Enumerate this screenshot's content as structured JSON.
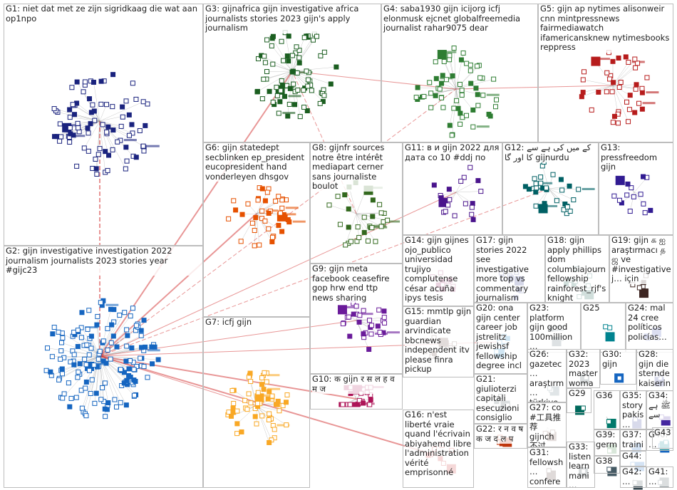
{
  "groups": [
    {
      "id": "G1",
      "label": "G1: niet dat met ze zijn sigridkaag die wat aan op1npo",
      "color": "#1a237e",
      "n": 90
    },
    {
      "id": "G2",
      "label": "G2: gijn investigative investigation 2022 journalism journalists 2023 stories year #gijc23",
      "color": "#1565c0",
      "n": 160
    },
    {
      "id": "G3",
      "label": "G3: gijnafrica gijn investigative africa journalists stories 2023 gijn's apply journalism",
      "color": "#1b5e20",
      "n": 80
    },
    {
      "id": "G4",
      "label": "G4: saba1930 gijn icijorg icfj elonmusk ejcnet globalfreemedia journalist rahar9075 dear",
      "color": "#2e7d32",
      "n": 60
    },
    {
      "id": "G5",
      "label": "G5: gijn ap nytimes alisonweir cnn mintpressnews fairmediawatch ifamericansknew nytimesbooks reppress",
      "color": "#b71c1c",
      "n": 40
    },
    {
      "id": "G6",
      "label": "G6: gijn statedept secblinken ep_president eucopresident hand vonderleyen dhsgov",
      "color": "#e65100",
      "n": 40
    },
    {
      "id": "G7",
      "label": "G7: icfj gijn",
      "color": "#f9a825",
      "n": 60
    },
    {
      "id": "G8",
      "label": "G8: gijnfr sources notre être intérêt mediapart cerner sans journaliste boulot",
      "color": "#33691e",
      "n": 30
    },
    {
      "id": "G9",
      "label": "G9: gijn meta facebook ceasefire gop hrw end ttp news sharing",
      "color": "#6a1b9a",
      "n": 30
    },
    {
      "id": "G10",
      "label": "G10: क gijn र स ल ह व म ज",
      "color": "#ad1457",
      "n": 30
    },
    {
      "id": "G11",
      "label": "G11: в и gijn 2022 для дата со 10 #ddj по",
      "color": "#4a148c",
      "n": 20
    },
    {
      "id": "G12",
      "label": "G12: کے میں کی ہے سے کا اور گا gijnurdu",
      "color": "#006064",
      "n": 30
    },
    {
      "id": "G13",
      "label": "G13: pressfreedom gijn",
      "color": "#311b92",
      "n": 15
    },
    {
      "id": "G14",
      "label": "G14: gijn gijnes ojo_publico universidad trujiyo complutense césar acuña ipys tesis",
      "color": "#880e4f",
      "n": 10
    },
    {
      "id": "G15",
      "label": "G15: mmtlp gijn guardian arvindicate bbcnews independent itv please finra pickup",
      "color": "#5d4037",
      "n": 10
    },
    {
      "id": "G16",
      "label": "G16: n'est liberté vraie quand l'écrivain abiyahemd libre l'administration vérité emprisonné",
      "color": "#c62828",
      "n": 8
    },
    {
      "id": "G17",
      "label": "G17: gijn stories 2022 see investigative more top vs commentary journalism",
      "color": "#1a237e",
      "n": 10
    },
    {
      "id": "G18",
      "label": "G18: gijn apply phillips dom columbiajourn fellowship rainforest_rjf's knight bagehot sigmaawards",
      "color": "#004d40",
      "n": 10
    },
    {
      "id": "G19",
      "label": "G19: gijn க ஐ araştırmacı த ஜ ve #investigativej… için",
      "color": "#3e2723",
      "n": 6
    },
    {
      "id": "G20",
      "label": "G20: ona gijn center career job jstrelitz jewishsf fellowship degree incl",
      "color": "#0277bd",
      "n": 6
    },
    {
      "id": "G21",
      "label": "G21: giulioterzi capitali esecuzioni consiglio ok…",
      "color": "#37474f",
      "n": 5
    },
    {
      "id": "G22",
      "label": "G22: र न व ष क ज द ल प",
      "color": "#bf360c",
      "n": 5
    },
    {
      "id": "G23",
      "label": "G23: platform gijn good 100million…",
      "color": "#455a64",
      "n": 5
    },
    {
      "id": "G24",
      "label": "G24: mal 24 cree políticos policías…",
      "color": "#3949ab",
      "n": 4
    },
    {
      "id": "G25",
      "label": "G25",
      "color": "#00838f",
      "n": 3
    },
    {
      "id": "G26",
      "label": "G26: gazetec… araştırm… türkiye 2022…",
      "color": "#546e7a",
      "n": 3
    },
    {
      "id": "G27",
      "label": "G27: co #工具推荐 gijnch 不过 随…",
      "color": "#6d4c41",
      "n": 3
    },
    {
      "id": "G28",
      "label": "G28: gijn die sternde kaiserin…",
      "color": "#283593",
      "n": 3
    },
    {
      "id": "G29",
      "label": "G29",
      "color": "#00695c",
      "n": 2
    },
    {
      "id": "G30",
      "label": "G30: gijn",
      "color": "#1565c0",
      "n": 2
    },
    {
      "id": "G31",
      "label": "G31: fellowsh… confere…",
      "color": "#4e342e",
      "n": 2
    },
    {
      "id": "G32",
      "label": "G32: 2023 master woman…",
      "color": "#37474f",
      "n": 2
    },
    {
      "id": "G33",
      "label": "G33: listen learn mani…",
      "color": "#263238",
      "n": 2
    },
    {
      "id": "G34",
      "label": "G34: ﷺ ہے سے",
      "color": "#4527a0",
      "n": 2
    },
    {
      "id": "G35",
      "label": "G35: story pakis…",
      "color": "#283593",
      "n": 2
    },
    {
      "id": "G36",
      "label": "G36",
      "color": "#00796b",
      "n": 2
    },
    {
      "id": "G37",
      "label": "G37: trainin…",
      "color": "#1565c0",
      "n": 2
    },
    {
      "id": "G38",
      "label": "G38",
      "color": "#455a64",
      "n": 2
    },
    {
      "id": "G39",
      "label": "G39: germ…",
      "color": "#2e7d32",
      "n": 2
    },
    {
      "id": "G40",
      "label": "G40:…",
      "color": "#1565c0",
      "n": 2
    },
    {
      "id": "G41",
      "label": "G41:…",
      "color": "#37474f",
      "n": 2
    },
    {
      "id": "G42",
      "label": "G42:…",
      "color": "#37474f",
      "n": 2
    },
    {
      "id": "G43",
      "label": "G43",
      "color": "#00838f",
      "n": 2
    },
    {
      "id": "G44",
      "label": "G44:…",
      "color": "#1565c0",
      "n": 2
    }
  ]
}
